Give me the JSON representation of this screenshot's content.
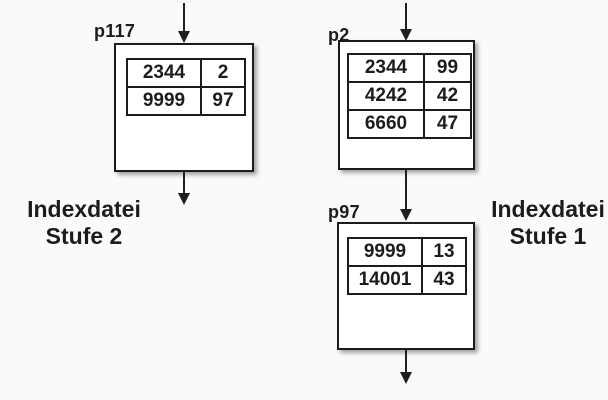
{
  "canvas": {
    "background": "#fafafa",
    "ink": "#1c1c1c",
    "box_fill": "#ffffff"
  },
  "nodes": {
    "p117": {
      "label": "p117",
      "rows": [
        [
          "2344",
          "2"
        ],
        [
          "9999",
          "97"
        ]
      ]
    },
    "p2": {
      "label": "p2",
      "rows": [
        [
          "2344",
          "99"
        ],
        [
          "4242",
          "42"
        ],
        [
          "6660",
          "47"
        ]
      ]
    },
    "p97": {
      "label": "p97",
      "rows": [
        [
          "9999",
          "13"
        ],
        [
          "14001",
          "43"
        ]
      ]
    }
  },
  "captions": {
    "level2": {
      "line1": "Indexdatei",
      "line2": "Stufe 2"
    },
    "level1": {
      "line1": "Indexdatei",
      "line2": "Stufe 1"
    }
  }
}
